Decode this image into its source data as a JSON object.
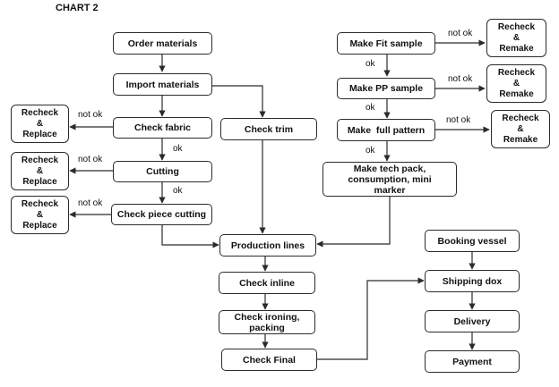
{
  "title": "CHART 2",
  "boxes": {
    "order_materials": "Order materials",
    "import_materials": "Import materials",
    "check_fabric": "Check fabric",
    "cutting": "Cutting",
    "check_piece_cutting": "Check piece cutting",
    "check_trim": "Check trim",
    "recheck_replace_1": [
      "Recheck",
      "&",
      "Replace"
    ],
    "recheck_replace_2": [
      "Recheck",
      "&",
      "Replace"
    ],
    "recheck_replace_3": [
      "Recheck",
      "&",
      "Replace"
    ],
    "make_fit_sample": "Make Fit sample",
    "make_pp_sample": "Make PP sample",
    "make_full_pattern": "Make  full pattern",
    "make_tech_pack": [
      "Make tech pack,",
      "consumption, mini",
      "marker"
    ],
    "recheck_remake_1": [
      "Recheck",
      "&",
      "Remake"
    ],
    "recheck_remake_2": [
      "Recheck",
      "&",
      "Remake"
    ],
    "recheck_remake_3": [
      "Recheck",
      "&",
      "Remake"
    ],
    "production_lines": "Production lines",
    "check_inline": "Check inline",
    "check_ironing": [
      "Check ironing,",
      "packing"
    ],
    "check_final": "Check Final",
    "booking_vessel": "Booking vessel",
    "shipping_dox": "Shipping dox",
    "delivery": "Delivery",
    "payment": "Payment"
  },
  "labels": {
    "not_ok_fabric": "not ok",
    "not_ok_cutting": "not ok",
    "not_ok_piece": "not ok",
    "ok_fabric": "ok",
    "ok_cutting": "ok",
    "not_ok_fit": "not ok",
    "not_ok_pp": "not ok",
    "not_ok_pattern": "not ok",
    "ok_fit": "ok",
    "ok_pp": "ok",
    "ok_pattern": "ok"
  }
}
